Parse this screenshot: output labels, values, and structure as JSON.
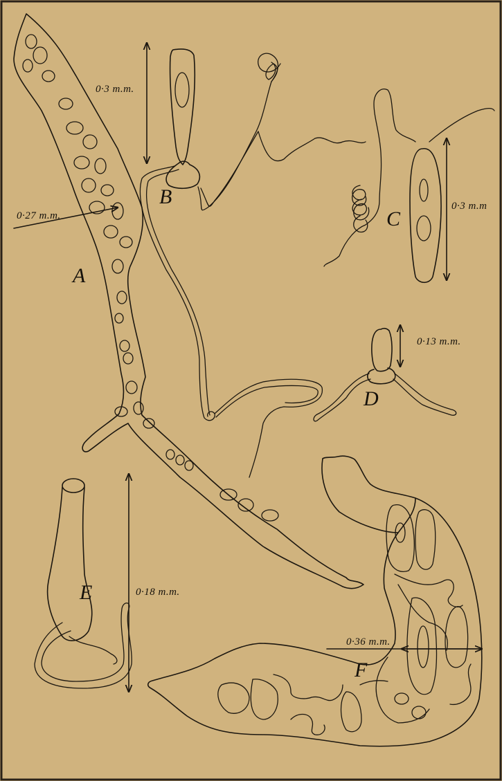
{
  "figure": {
    "labels": {
      "A": "A",
      "B": "B",
      "C": "C",
      "D": "D",
      "E": "E",
      "F": "F"
    },
    "measurements": {
      "A": "0·27 m.m.",
      "B": "0·3 m.m.",
      "C": "0·3 m.m",
      "D": "0·13 m.m.",
      "E": "0·18 m.m.",
      "F": "0·36 m.m."
    },
    "colors": {
      "paper": "#d0b37e",
      "ink": "#1c1710"
    }
  }
}
